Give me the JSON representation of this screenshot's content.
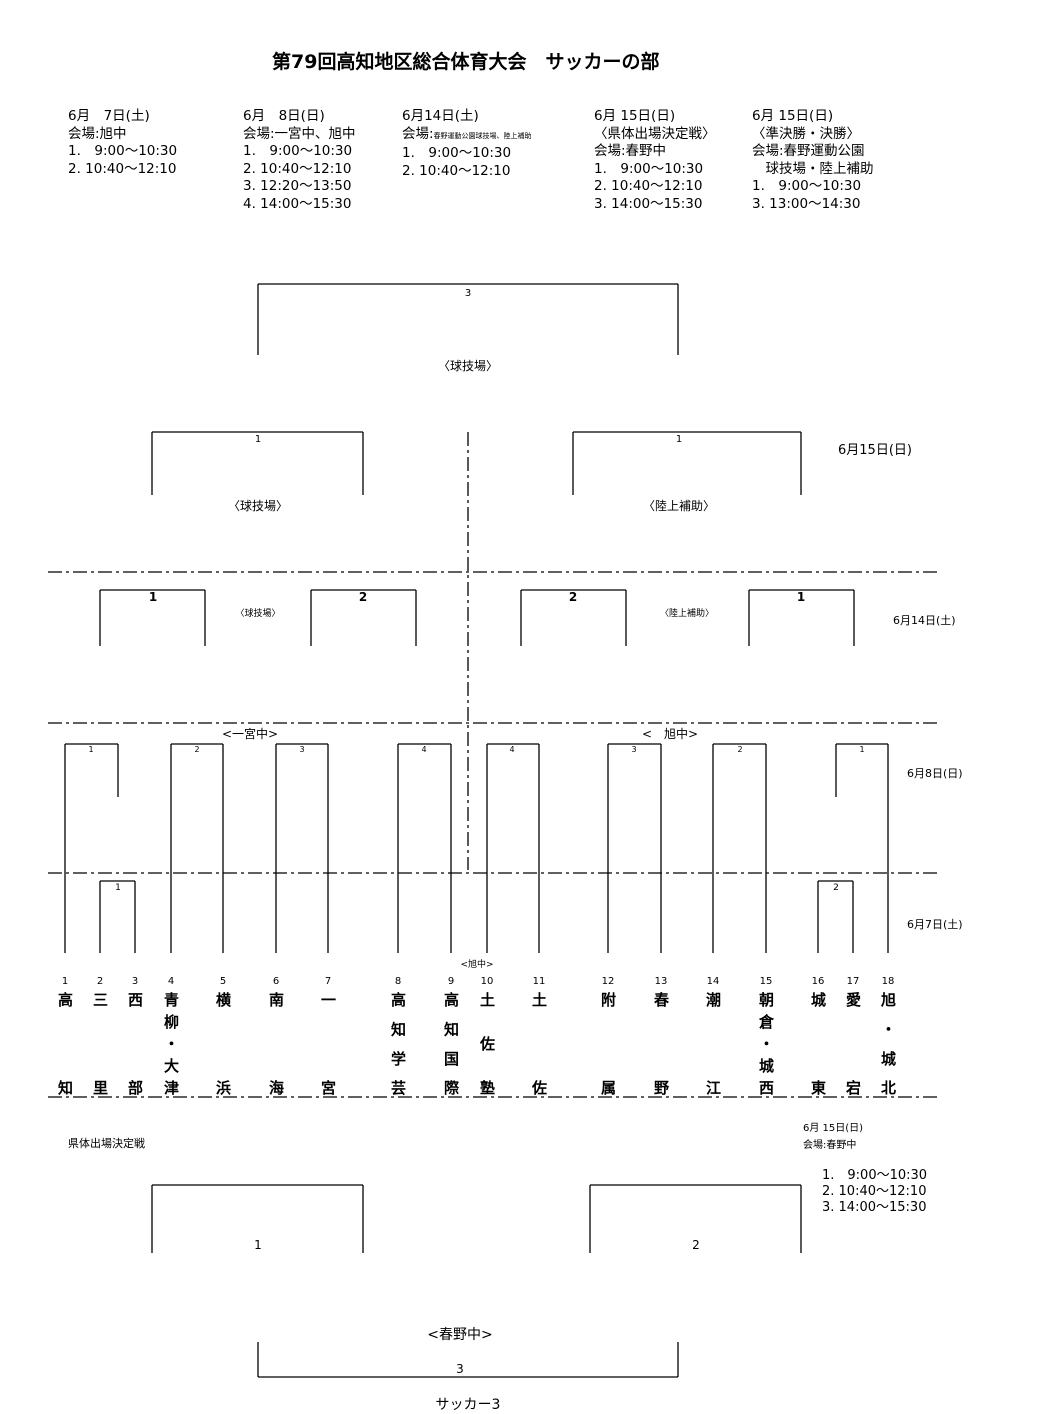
{
  "title": "第79回高知地区総合体育大会　サッカーの部",
  "schedule": [
    {
      "lines": [
        "6月　7日(土)",
        "会場:旭中",
        "1.　9:00〜10:30",
        "2. 10:40〜12:10"
      ]
    },
    {
      "lines": [
        "6月　8日(日)",
        "会場:一宮中、旭中",
        "1.　9:00〜10:30",
        "2. 10:40〜12:10",
        "3. 12:20〜13:50",
        "4. 14:00〜15:30"
      ]
    },
    {
      "date": "6月14日(土)",
      "venue_label": "会場:",
      "venue_small": "春野運動公園球技場、陸上補助",
      "lines": [
        "1.　9:00〜10:30",
        "2. 10:40〜12:10"
      ]
    },
    {
      "lines": [
        "6月 15日(日)",
        "〈県体出場決定戦〉",
        "会場:春野中",
        "1.　9:00〜10:30",
        "2. 10:40〜12:10",
        "3. 14:00〜15:30"
      ]
    },
    {
      "lines": [
        "6月 15日(日)",
        "〈準決勝・決勝〉",
        "会場:春野運動公園",
        "　球技場・陸上補助",
        "1.　9:00〜10:30",
        "3. 13:00〜14:30"
      ]
    }
  ],
  "bracket": {
    "final": {
      "match": "3",
      "venue": "〈球技場〉"
    },
    "semis": {
      "left": {
        "match": "1",
        "venue": "〈球技場〉"
      },
      "right": {
        "match": "1",
        "venue": "〈陸上補助〉"
      },
      "date": "6月15日(日)"
    },
    "round3": {
      "matches": [
        "1",
        "2",
        "2",
        "1"
      ],
      "venue_left": "〈球技場〉",
      "venue_right": "〈陸上補助〉",
      "date": "6月14日(土)"
    },
    "round2": {
      "matches": [
        "1",
        "2",
        "3",
        "4",
        "4",
        "3",
        "2",
        "1"
      ],
      "venue_left": "<一宮中>",
      "venue_right": "<　旭中>",
      "date": "6月8日(日)"
    },
    "round1": {
      "matches": [
        "1",
        "2"
      ],
      "date": "6月7日(土)",
      "venue_note": "<旭中>"
    }
  },
  "teams": [
    {
      "no": "1",
      "name": "高知"
    },
    {
      "no": "2",
      "name": "三里"
    },
    {
      "no": "3",
      "name": "西部"
    },
    {
      "no": "4",
      "name": "青柳・大津"
    },
    {
      "no": "5",
      "name": "横浜"
    },
    {
      "no": "6",
      "name": "南海"
    },
    {
      "no": "7",
      "name": "一宮"
    },
    {
      "no": "8",
      "name": "高知学芸"
    },
    {
      "no": "9",
      "name": "高知国際"
    },
    {
      "no": "10",
      "name": "土佐塾"
    },
    {
      "no": "11",
      "name": "土佐"
    },
    {
      "no": "12",
      "name": "附属"
    },
    {
      "no": "13",
      "name": "春野"
    },
    {
      "no": "14",
      "name": "潮江"
    },
    {
      "no": "15",
      "name": "朝倉・城西"
    },
    {
      "no": "16",
      "name": "城東"
    },
    {
      "no": "17",
      "name": "愛宕"
    },
    {
      "no": "18",
      "name": "旭・城北"
    }
  ],
  "playoff": {
    "heading": "県体出場決定戦",
    "date": "6月 15日(日)",
    "venue": "会場:春野中",
    "times": [
      "1.　9:00〜10:30",
      "2. 10:40〜12:10",
      "3. 14:00〜15:30"
    ],
    "matches": [
      "1",
      "2",
      "3"
    ],
    "venue_label": "<春野中>"
  },
  "footer": "サッカー3"
}
